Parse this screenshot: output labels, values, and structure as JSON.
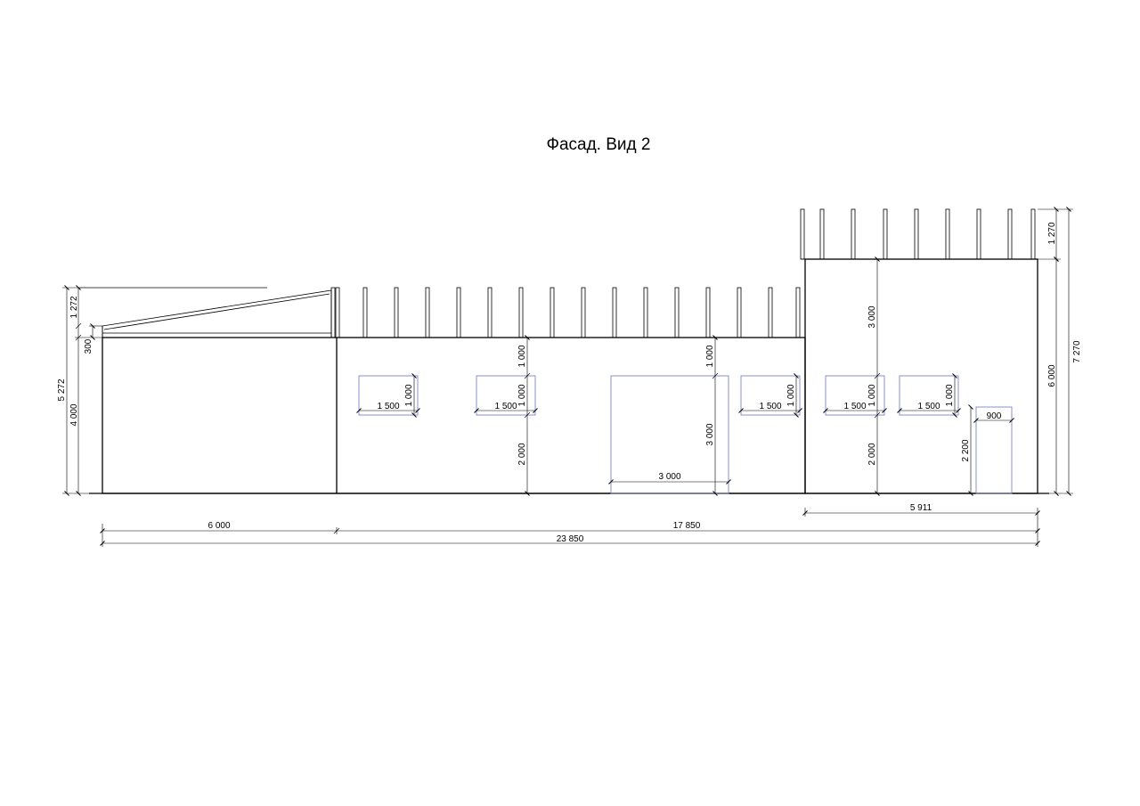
{
  "title": "Фасад. Вид 2",
  "labels": {
    "d6000": "6 000",
    "d17850": "17 850",
    "d23850": "23 850",
    "d5911": "5 911",
    "d3000door": "3 000",
    "d900": "900",
    "w1": "1 500",
    "w2": "1 500",
    "w3": "1 500",
    "w4": "1 500",
    "w5": "1 500",
    "l5272": "5 272",
    "l4000": "4 000",
    "l1272": "1 272",
    "l300": "300",
    "r7270": "7 270",
    "r6000": "6 000",
    "r1270": "1 270",
    "v1000a": "1 000",
    "v1000b": "1 000",
    "v2000a": "2 000",
    "v1000c": "1 000",
    "v3000a": "3 000",
    "v3000b": "3 000",
    "v1000d": "1 000",
    "v2000b": "2 000",
    "v2200": "2 200",
    "h1000a": "1 000",
    "h1000b": "1 000",
    "h1000c": "1 000"
  }
}
